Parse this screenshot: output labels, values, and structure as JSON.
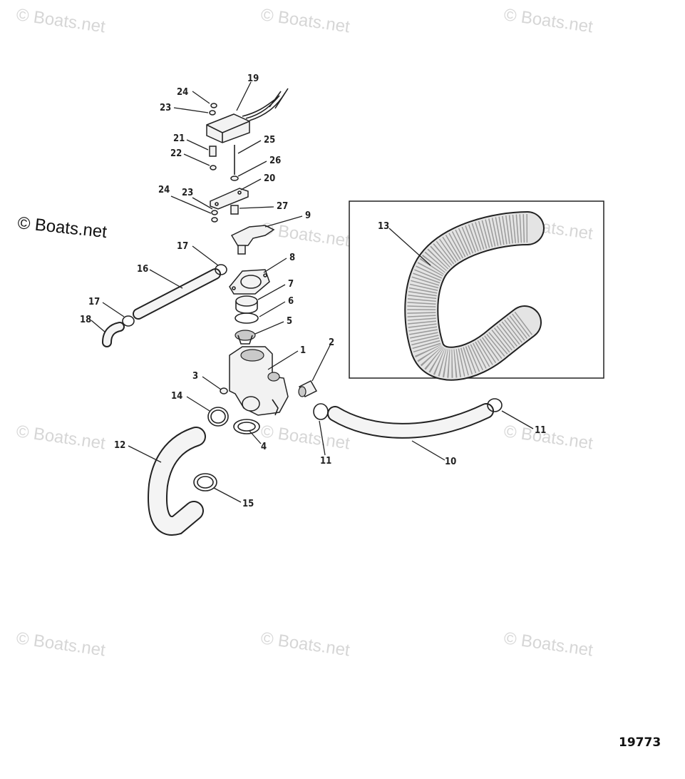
{
  "watermark": {
    "text": "© Boats.net",
    "prominent_text": "© Boats.net"
  },
  "figure_number": "19773",
  "callouts": [
    "24",
    "23",
    "19",
    "21",
    "22",
    "25",
    "26",
    "20",
    "24",
    "23",
    "27",
    "9",
    "17",
    "16",
    "8",
    "7",
    "6",
    "5",
    "17",
    "18",
    "1",
    "2",
    "3",
    "14",
    "12",
    "11",
    "10",
    "11",
    "4",
    "15",
    "13"
  ]
}
